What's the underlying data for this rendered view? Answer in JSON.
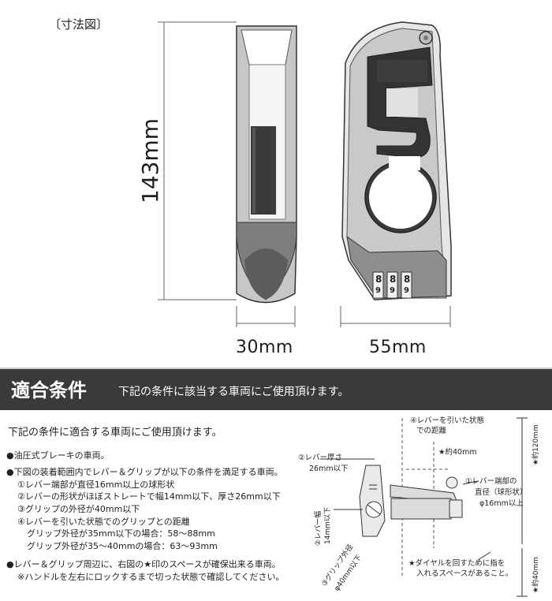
{
  "figure": {
    "section_label": "〔寸法図〕",
    "height_dim": "143mm",
    "width_dim_1": "30mm",
    "width_dim_2": "55mm",
    "dial_digits": [
      "8",
      "8",
      "8"
    ],
    "dial_digits_low": [
      "9",
      "9",
      "9"
    ]
  },
  "band": {
    "title": "適合条件",
    "subtitle": "下記の条件に該当する車両にご使用頂けます。"
  },
  "conditions": {
    "lead": "下記の条件に適合する車両にご使用頂けます。",
    "items": [
      "●油圧式ブレーキの車両。",
      "●下図の装着範囲内でレバー＆グリップが以下の条件を満足する車両。",
      "①レバー端部が直径16mm以上の球形状",
      "②レバーの形状がほぼストレートで幅14mm以下、厚さ26mm以下",
      "③グリップの外径が40mm以下",
      "④レバーを引いた状態でのグリップとの距離",
      "グリップ外径が35mm以下の場合：58〜88mm",
      "グリップ外径が35〜40mmの場合：63〜93mm",
      "●レバー＆グリップ周辺に、右図の★印のスペースが確保出来る車両。",
      "※ハンドルを左右にロックするまで切った状態で確認してください。"
    ]
  },
  "diagram": {
    "label_4": "④レバーを引いた状態",
    "label_4b": "での距離",
    "label_2_thick": "②レバー厚さ",
    "label_2_thick_val": "26mm以下",
    "label_star_40": "★約40mm",
    "label_star_120": "★約120mm",
    "label_star_40v": "★約40mm",
    "label_1": "①レバー端部の",
    "label_1b": "直径（球形状）",
    "label_1c": "φ16mm以上",
    "label_2_width": "②レバー幅",
    "label_2_width_val": "14mm以下",
    "label_3": "③グリップ外径",
    "label_3_val": "φ40mm以下",
    "label_dial": "★ダイヤルを回すために指を",
    "label_dial_b": "入れるスペースがあること。"
  }
}
